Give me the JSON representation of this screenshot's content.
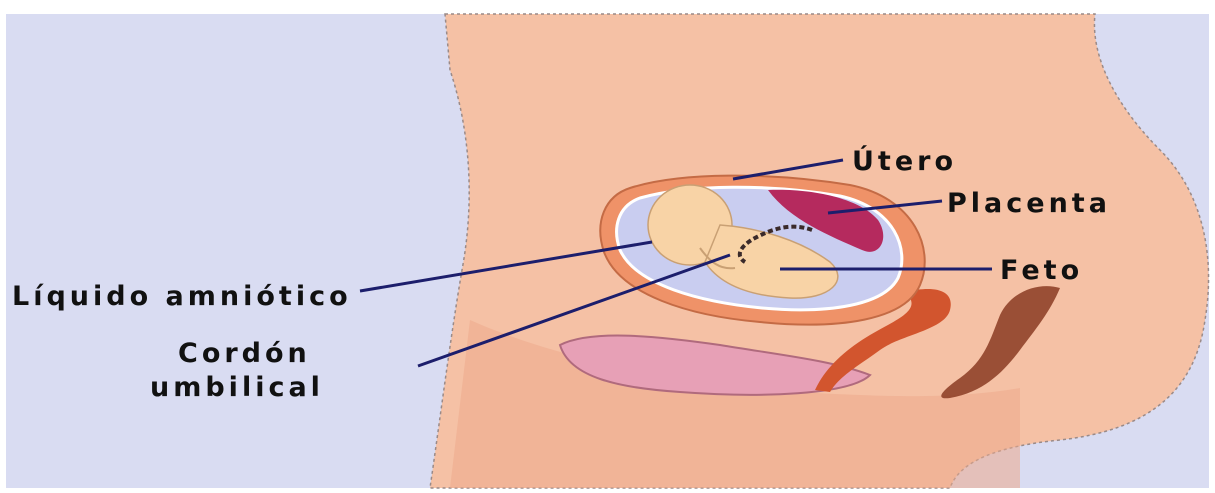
{
  "colors": {
    "background": "#ffffff",
    "panel": "#d9dcf2",
    "skin": "#f5c1a5",
    "skin_shadow": "#ecaa8c",
    "uterus_wall": "#ef9268",
    "placenta": "#b52a5e",
    "amniotic_fluid": "#c9cdf0",
    "fetus": "#f8d3a6",
    "bladder": "#e7a0b6",
    "leader_line": "#1c1e6c",
    "label_text": "#111111"
  },
  "labels": {
    "utero": "Útero",
    "placenta": "Placenta",
    "feto": "Feto",
    "liquido": "Líquido amniótico",
    "cordon_line1": "Cordón",
    "cordon_line2": "umbilical"
  }
}
